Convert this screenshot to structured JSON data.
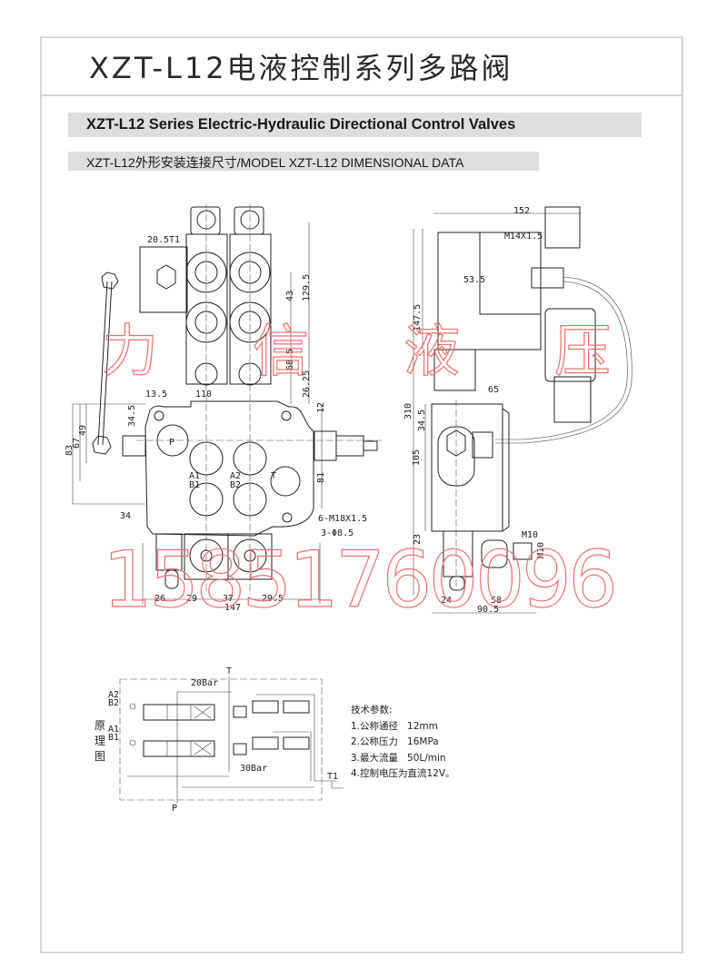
{
  "header": {
    "title": "XZT-L12电液控制系列多路阀",
    "subtitle_en": "XZT-L12 Series Electric-Hydraulic Directional Control Valves",
    "section": "XZT-L12外形安装连接尺寸/MODEL XZT-L12 DIMENSIONAL DATA"
  },
  "front_view": {
    "ports": [
      "P",
      "A1",
      "B1",
      "A2",
      "B2",
      "T",
      "T1"
    ],
    "dims": [
      "20.5",
      "43",
      "129.5",
      "68.5",
      "26.25",
      "13.5",
      "110",
      "34.5",
      "12",
      "83",
      "67",
      "49",
      "34",
      "81",
      "6-M18X1.5",
      "3-Φ8.5",
      "26",
      "29",
      "37",
      "29.5",
      "147"
    ]
  },
  "side_view": {
    "dims": [
      "152",
      "M14X1.5",
      "53.5",
      "147.5",
      "65",
      "310",
      "34.5",
      "105",
      "23",
      "M10",
      "M10",
      "24",
      "58",
      "90.5"
    ]
  },
  "schematic": {
    "label": "原理图",
    "labels": [
      "T",
      "20Bar",
      "A2",
      "B2",
      "A1",
      "B1",
      "30Bar",
      "T1",
      "P"
    ]
  },
  "specs": {
    "heading": "技术参数:",
    "items": [
      "1.公称通径   12mm",
      "2.公称压力   16MPa",
      "3.最大流量   50L/min",
      "4.控制电压为直流12V。"
    ]
  },
  "watermark": {
    "brand": "力  信  液  压",
    "phone": "15851760096"
  },
  "colors": {
    "banner_bg": "#dedede",
    "frame": "#d6d6d6",
    "watermark": "#f07070"
  }
}
